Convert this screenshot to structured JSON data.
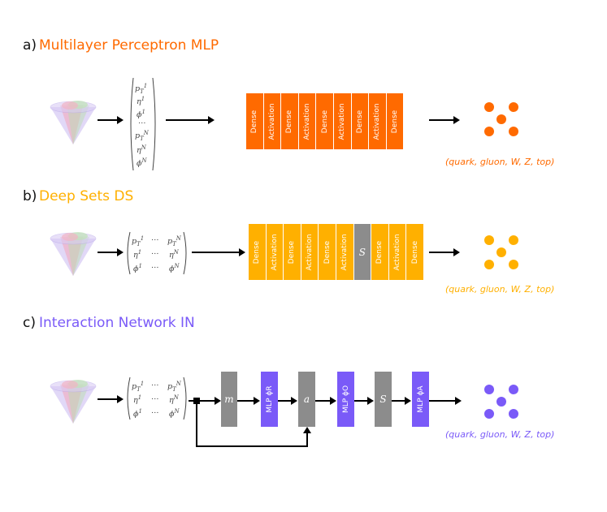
{
  "colors": {
    "mlp": "#ff6a00",
    "ds": "#ffb000",
    "in": "#7a5af8",
    "gray": "#8c8c8c"
  },
  "sections": {
    "a": {
      "letter": "a)",
      "title": "Multilayer Perceptron MLP",
      "layers": [
        "Dense",
        "Activation",
        "Dense",
        "Activation",
        "Dense",
        "Activation",
        "Dense",
        "Activation",
        "Dense"
      ],
      "input_vector": [
        "p_T^1",
        "η^1",
        "ϕ^1",
        "…",
        "p_T^N",
        "η^N",
        "ϕ^N"
      ],
      "output_label": "(quark, gluon, W, Z, top)"
    },
    "b": {
      "letter": "b)",
      "title": "Deep Sets DS",
      "layers_pre": [
        "Dense",
        "Activation",
        "Dense",
        "Activation",
        "Dense",
        "Activation"
      ],
      "sum_label": "S",
      "layers_post": [
        "Dense",
        "Activation",
        "Dense"
      ],
      "matrix_rows": [
        [
          "p_T^1",
          "…",
          "p_T^N"
        ],
        [
          "η^1",
          "…",
          "η^N"
        ],
        [
          "ϕ^1",
          "…",
          "ϕ^N"
        ]
      ],
      "output_label": "(quark, gluon, W, Z, top)"
    },
    "c": {
      "letter": "c)",
      "title": "Interaction Network IN",
      "blocks": {
        "m": "m",
        "mlp_r": "MLP ϕR",
        "a": "a",
        "mlp_o": "MLP ϕO",
        "s": "S",
        "mlp_a": "MLP ϕA"
      },
      "matrix_rows": [
        [
          "p_T^1",
          "…",
          "p_T^N"
        ],
        [
          "η^1",
          "…",
          "η^N"
        ],
        [
          "ϕ^1",
          "…",
          "ϕ^N"
        ]
      ],
      "output_label": "(quark, gluon, W, Z, top)"
    }
  }
}
